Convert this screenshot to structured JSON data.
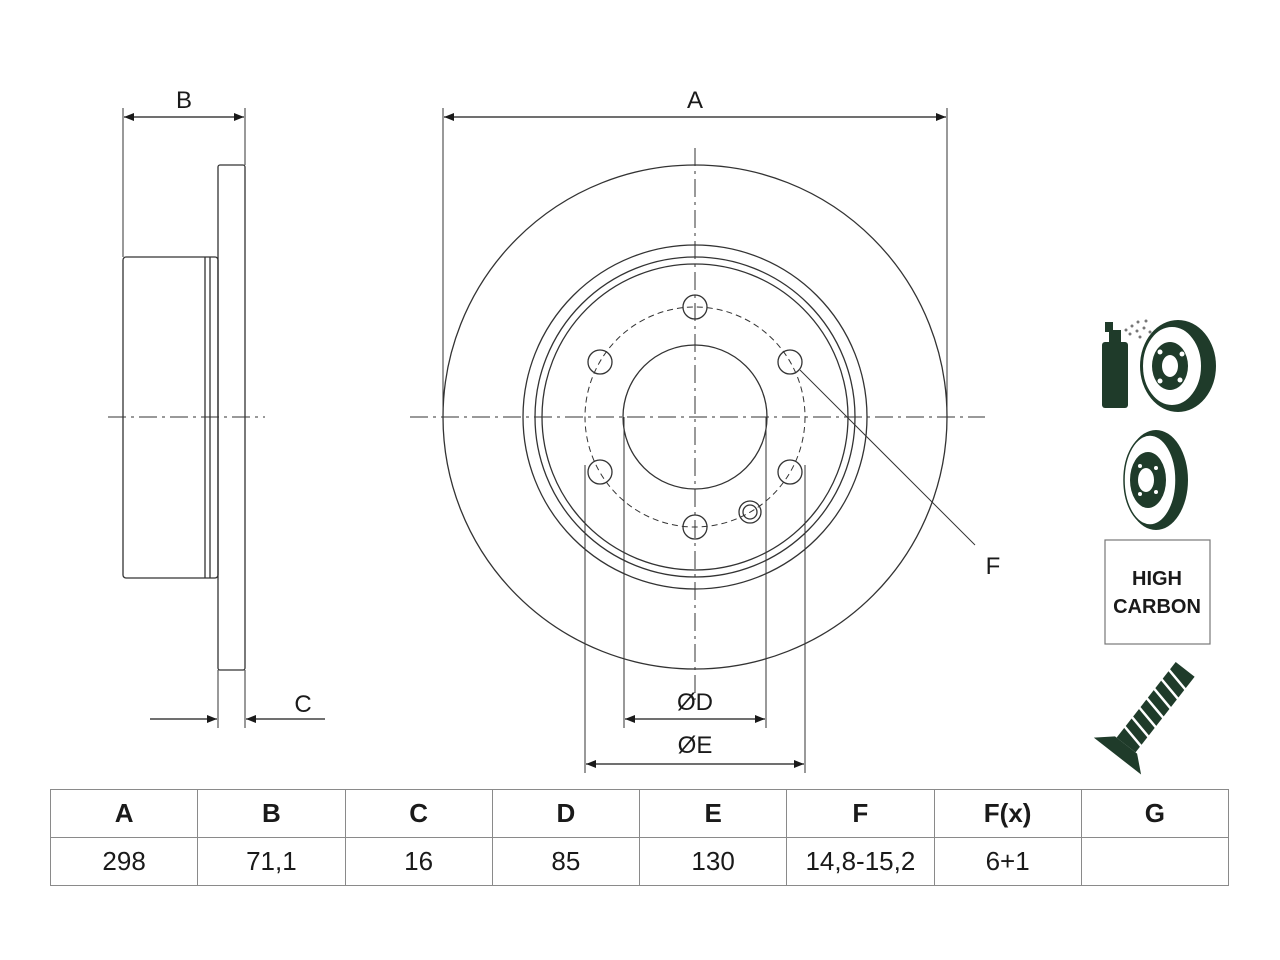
{
  "dimension_labels": {
    "a": "A",
    "b": "B",
    "c": "C",
    "d": "ØD",
    "e": "ØE",
    "f": "F"
  },
  "icons": {
    "coating": "spray-coated-disc-icon",
    "disc": "brake-disc-icon",
    "material": {
      "line1": "HIGH",
      "line2": "CARBON"
    },
    "screw": "countersunk-screw-icon"
  },
  "spec_table": {
    "headers": [
      "A",
      "B",
      "C",
      "D",
      "E",
      "F",
      "F(x)",
      "G"
    ],
    "values": [
      "298",
      "71,1",
      "16",
      "85",
      "130",
      "14,8-15,2",
      "6+1",
      ""
    ]
  }
}
